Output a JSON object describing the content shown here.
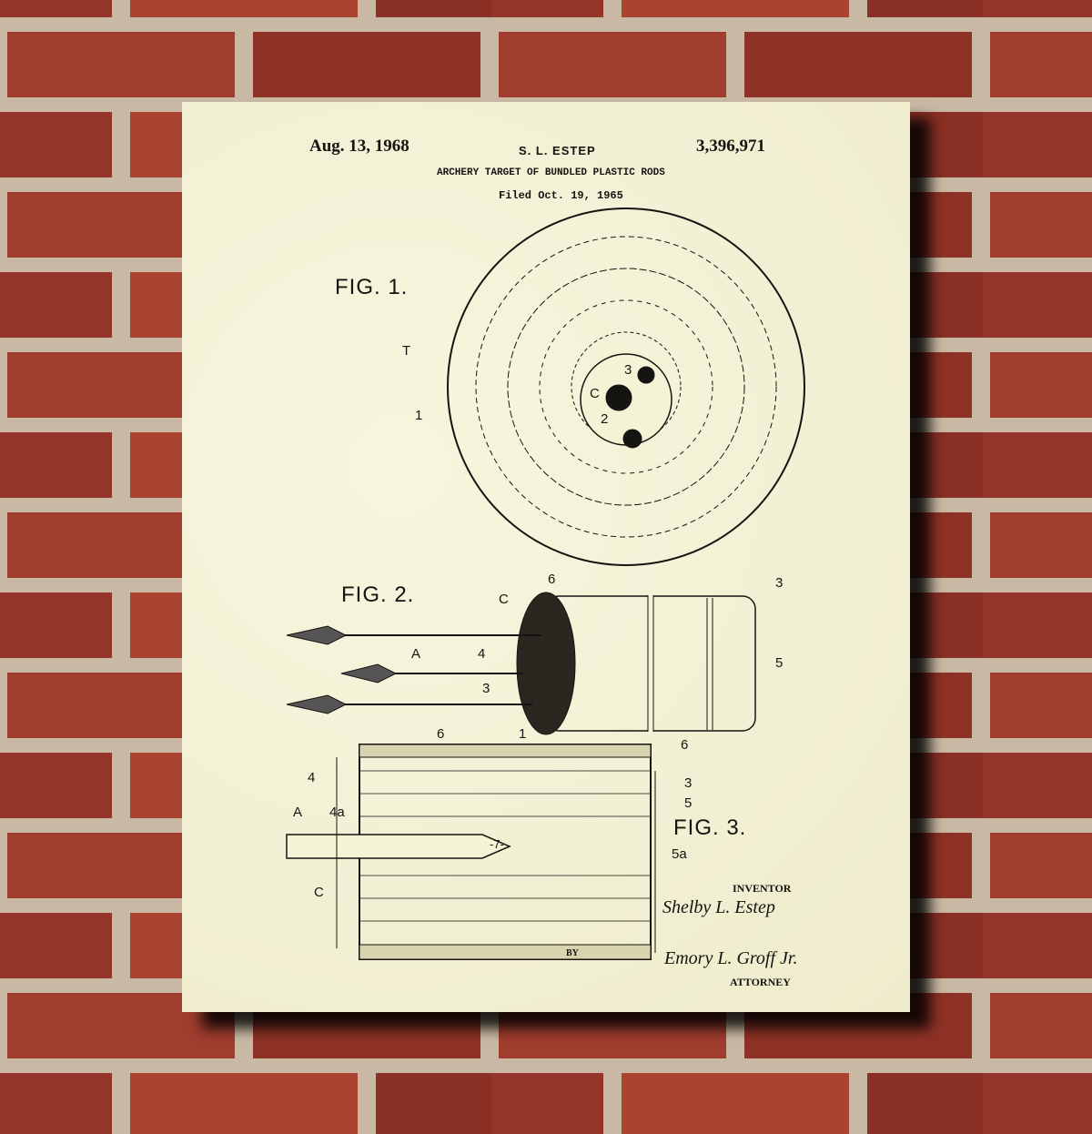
{
  "poster": {
    "date": "Aug. 13, 1968",
    "inventor_header": "S. L. ESTEP",
    "patent_number": "3,396,971",
    "title": "ARCHERY TARGET OF BUNDLED PLASTIC RODS",
    "filed": "Filed Oct. 19, 1965",
    "fig1": {
      "label": "FIG. 1.",
      "refs": [
        "T",
        "1",
        "3",
        "C",
        "2"
      ]
    },
    "fig2": {
      "label": "FIG. 2.",
      "refs": [
        "C",
        "6",
        "3",
        "A",
        "4",
        "3",
        "5",
        "6"
      ]
    },
    "fig3": {
      "label": "FIG. 3.",
      "refs": [
        "6",
        "1",
        "4",
        "3",
        "5",
        "A",
        "4a",
        "-7-",
        "5a",
        "C",
        "BY"
      ]
    },
    "inventor_label": "INVENTOR",
    "inventor_signature": "Shelby L. Estep",
    "attorney_signature": "Emory L. Groff Jr.",
    "attorney_label": "ATTORNEY"
  },
  "colors": {
    "paper": "#f4f3d6",
    "ink": "#161410",
    "brick": "#9c3a2c",
    "mortar": "#c9b9a4"
  }
}
